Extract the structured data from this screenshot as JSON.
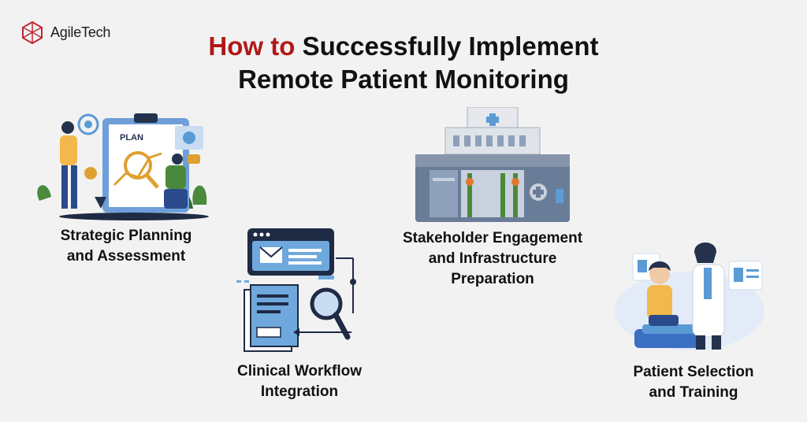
{
  "brand": {
    "name": "AgileTech",
    "accent": "#b01818"
  },
  "title": {
    "highlight": "How to",
    "rest_line1": "Successfully Implement",
    "line2": "Remote Patient Monitoring"
  },
  "steps": [
    {
      "label": "Strategic Planning\nand Assessment",
      "icon": "planning-illustration",
      "plan_text": "PLAN"
    },
    {
      "label": "Clinical Workflow\nIntegration",
      "icon": "workflow-illustration"
    },
    {
      "label": "Stakeholder Engagement\nand Infrastructure\nPreparation",
      "icon": "hospital-illustration"
    },
    {
      "label": "Patient Selection\nand Training",
      "icon": "doctor-patient-illustration"
    }
  ],
  "colors": {
    "blue": "#5b9bd5",
    "navy": "#24324d",
    "green": "#4b8a3c",
    "background": "#f2f2f3"
  }
}
